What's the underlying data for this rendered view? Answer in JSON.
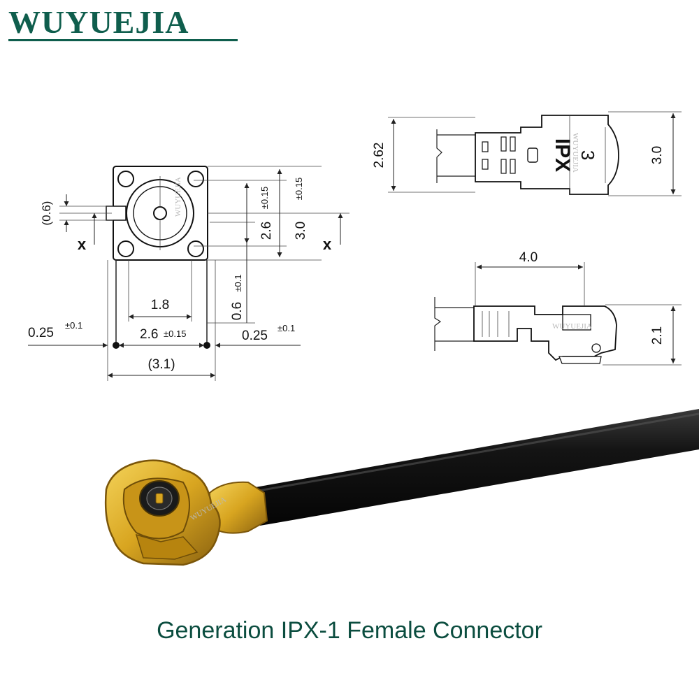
{
  "brand": {
    "logo_text": "WUYUEJIA",
    "color": "#0f5e4d"
  },
  "caption": "Generation IPX-1 Female Connector",
  "watermark": "WUYUEJIA",
  "footprint": {
    "dim_0_6_paren": "(0.6)",
    "dim_2_6": "2.6",
    "dim_2_6_tol": "±0.15",
    "dim_3_0": "3.0",
    "dim_3_0_tol": "±0.15",
    "dim_1_8": "1.8",
    "dim_0_6": "0.6",
    "dim_0_6_tol": "±0.1",
    "dim_0_25_left": "0.25",
    "dim_0_25_left_tol": "±0.1",
    "dim_2_6_bottom": "2.6",
    "dim_2_6_bottom_tol": "±0.15",
    "dim_0_25_right": "0.25",
    "dim_0_25_right_tol": "±0.1",
    "dim_3_1_paren": "(3.1)",
    "x_mark_left": "x",
    "x_mark_right": "x"
  },
  "top_view": {
    "dim_2_62": "2.62",
    "dim_3_0": "3.0",
    "label_ipx": "IPX",
    "label_3": "3"
  },
  "side_view": {
    "dim_4_0": "4.0",
    "dim_2_1": "2.1"
  },
  "colors": {
    "gold": "#d8a520",
    "gold_dark": "#8a6210",
    "cable": "#111111",
    "caption": "#0b4d3f"
  }
}
